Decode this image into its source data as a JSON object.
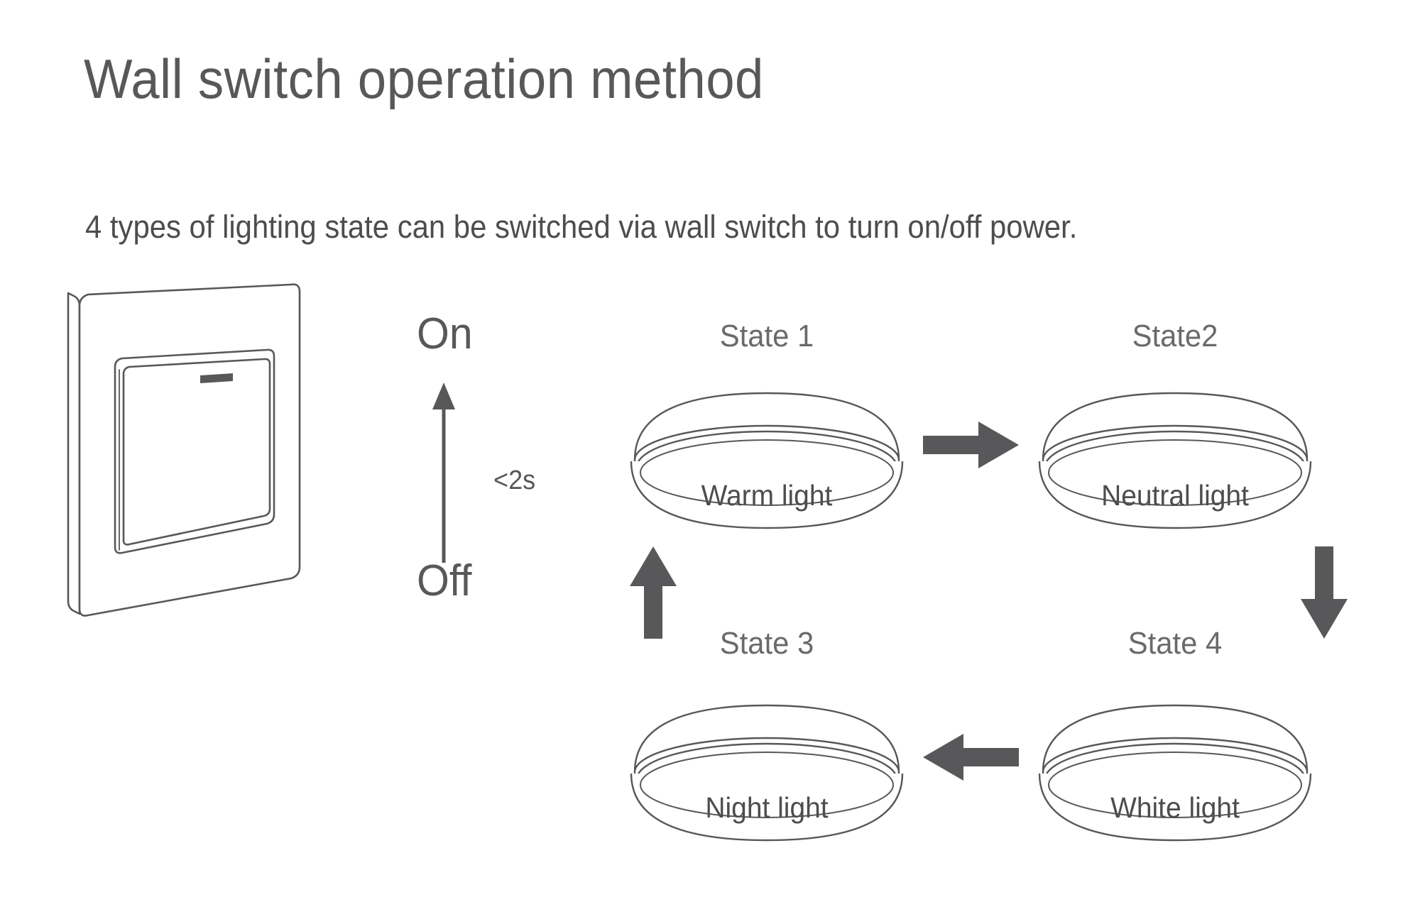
{
  "header": {
    "title": "Wall switch operation method",
    "subtitle": "4 types of lighting state can be switched via wall switch to turn on/off power."
  },
  "switch_control": {
    "on_label": "On",
    "off_label": "Off",
    "duration_label": "<2s",
    "up_arrow_icon": "thin-up-arrow-icon",
    "switch_icon": "wall-switch-illustration"
  },
  "states": [
    {
      "caption": "State 1",
      "light_label": "Warm light",
      "icon": "ceiling-lamp-icon"
    },
    {
      "caption": "State2",
      "light_label": "Neutral light",
      "icon": "ceiling-lamp-icon"
    },
    {
      "caption": "State 3",
      "light_label": "Night light",
      "icon": "ceiling-lamp-icon"
    },
    {
      "caption": "State 4",
      "light_label": "White light",
      "icon": "ceiling-lamp-icon"
    }
  ],
  "flow_arrows": [
    {
      "name": "arrow-right-icon",
      "direction": "right",
      "from": "State 1",
      "to": "State2"
    },
    {
      "name": "arrow-down-icon",
      "direction": "down",
      "from": "State2",
      "to": "State 4"
    },
    {
      "name": "arrow-left-icon",
      "direction": "left",
      "from": "State 4",
      "to": "State 3"
    },
    {
      "name": "arrow-up-icon",
      "direction": "up",
      "from": "State 3",
      "to": "State 1"
    }
  ],
  "colors": {
    "background": "#ffffff",
    "text": "#4d4d4f",
    "line_art": "#58585a",
    "arrow_fill": "#58585a"
  }
}
